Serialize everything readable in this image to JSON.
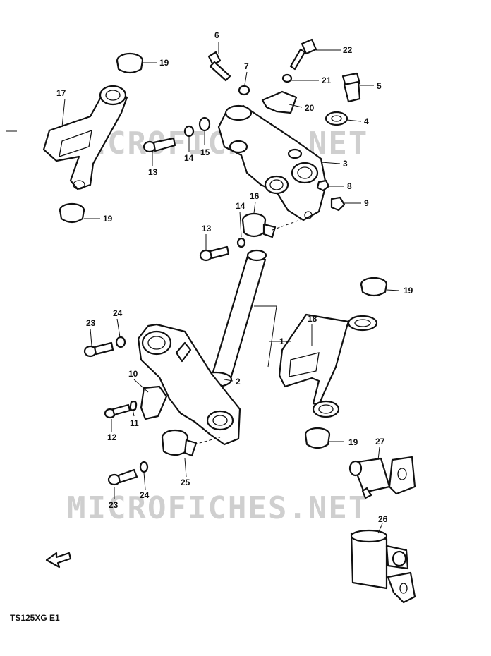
{
  "diagram": {
    "model_code": "TS125XG E1",
    "watermark": "MICROFICHES.NET",
    "callouts": {
      "c1": "1",
      "c2": "2",
      "c3": "3",
      "c4": "4",
      "c5": "5",
      "c6": "6",
      "c7": "7",
      "c8": "8",
      "c9": "9",
      "c10": "10",
      "c11": "11",
      "c12": "12",
      "c13a": "13",
      "c13b": "13",
      "c14a": "14",
      "c14b": "14",
      "c15": "15",
      "c16": "16",
      "c17": "17",
      "c18": "18",
      "c19a": "19",
      "c19b": "19",
      "c19c": "19",
      "c19d": "19",
      "c20": "20",
      "c21": "21",
      "c22": "22",
      "c23a": "23",
      "c23b": "23",
      "c24a": "24",
      "c24b": "24",
      "c25": "25",
      "c26": "26",
      "c27": "27"
    }
  }
}
